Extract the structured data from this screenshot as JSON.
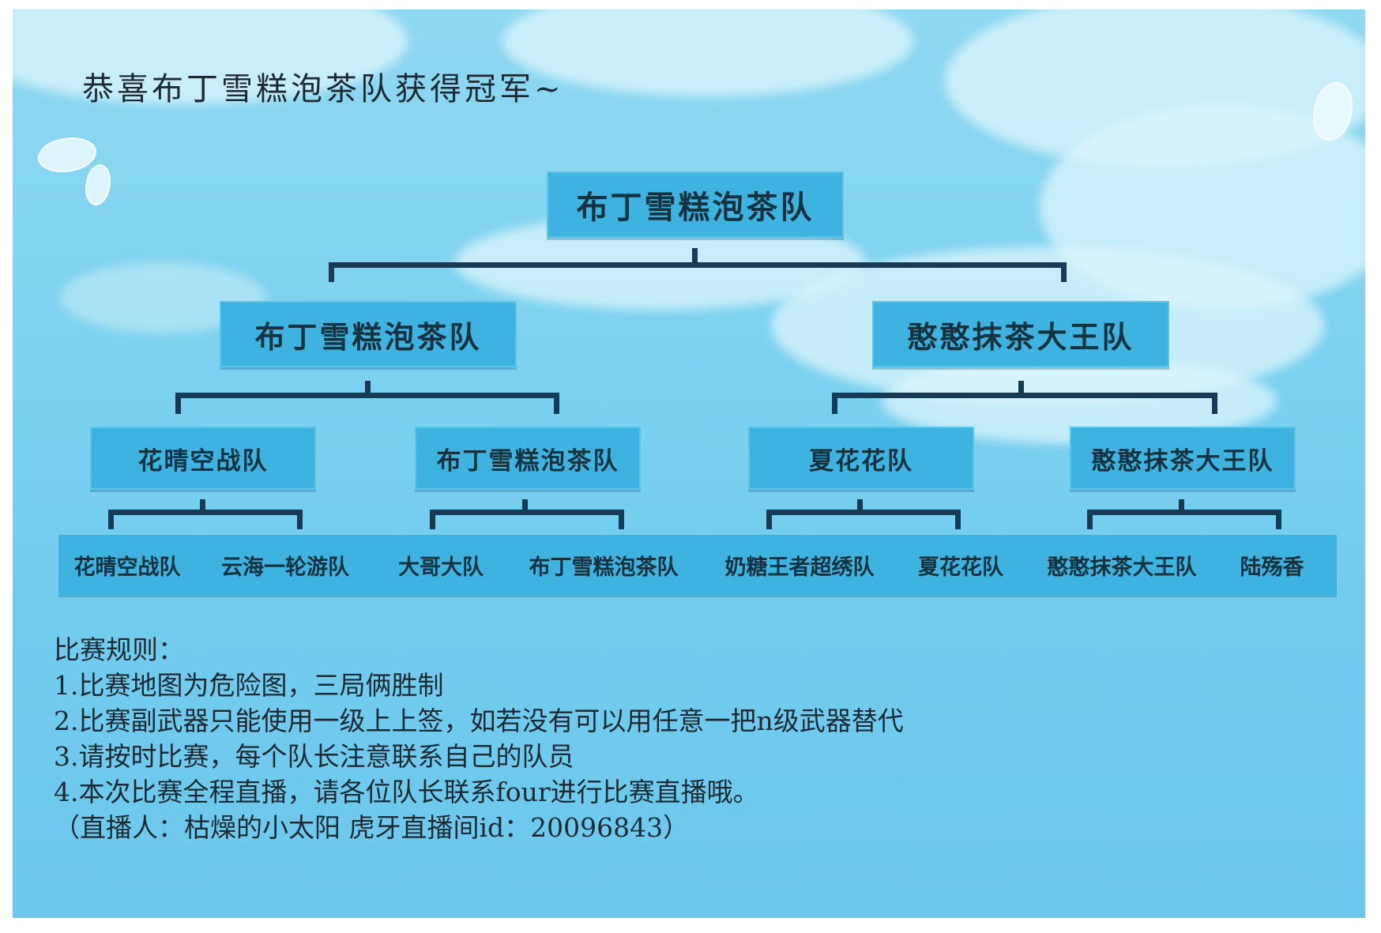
{
  "headline": "恭喜布丁雪糕泡茶队获得冠军~",
  "bracket": {
    "champion": "布丁雪糕泡茶队",
    "finalists": [
      "布丁雪糕泡茶队",
      "憨憨抹茶大王队"
    ],
    "semifinalists": [
      "花晴空战队",
      "布丁雪糕泡茶队",
      "夏花花队",
      "憨憨抹茶大王队"
    ],
    "teams": [
      "花晴空战队",
      "云海一轮游队",
      "大哥大队",
      "布丁雪糕泡茶队",
      "奶糖王者超绣队",
      "夏花花队",
      "憨憨抹茶大王队",
      "陆殇香"
    ]
  },
  "rules": {
    "title": "比赛规则：",
    "items": [
      "1.比赛地图为危险图，三局俩胜制",
      "2.比赛副武器只能使用一级上上签，如若没有可以用任意一把n级武器替代",
      "3.请按时比赛，每个队长注意联系自己的队员",
      "4.本次比赛全程直播，请各位队长联系four进行比赛直播哦。",
      "（直播人：枯燥的小太阳  虎牙直播间id：20096843）"
    ]
  },
  "colors": {
    "box": "#3fb3e0",
    "line": "#173a55",
    "text": "#14323f"
  }
}
